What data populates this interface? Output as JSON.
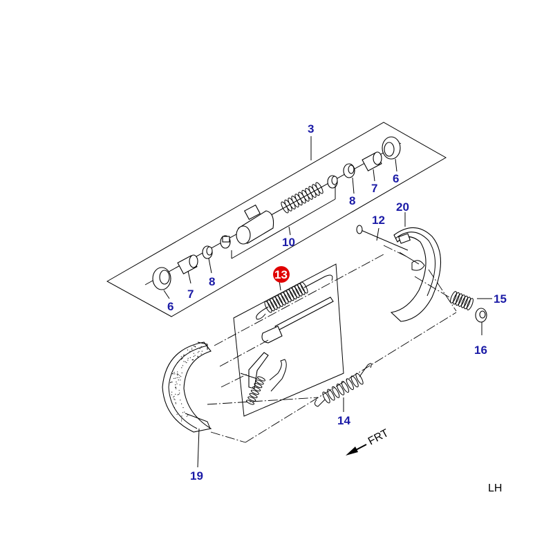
{
  "colors": {
    "callout_text": "#1a1aa6",
    "highlight_fill": "#e00000",
    "highlight_text": "#ffffff",
    "line": "#000000",
    "frt_text": "#000000",
    "side_text": "#000000"
  },
  "callouts": {
    "c3": "3",
    "c6a": "6",
    "c6b": "6",
    "c7a": "7",
    "c7b": "7",
    "c8a": "8",
    "c8b": "8",
    "c10": "10",
    "c12": "12",
    "c13": "13",
    "c14": "14",
    "c15": "15",
    "c16": "16",
    "c19": "19",
    "c20": "20"
  },
  "direction_label": "FRT",
  "side_label": "LH"
}
